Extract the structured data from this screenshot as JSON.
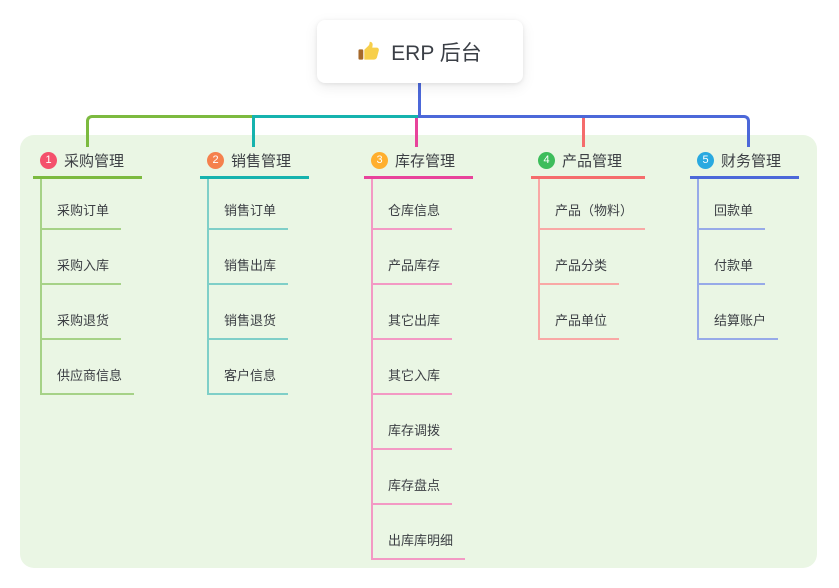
{
  "root": {
    "label": "ERP 后台",
    "icon": "thumbs-up-icon"
  },
  "branches": [
    {
      "index": "1",
      "label": "采购管理",
      "badge_color": "#f4516c",
      "line_color": "#7cba3f",
      "child_line_color": "#a6d287",
      "children": [
        "采购订单",
        "采购入库",
        "采购退货",
        "供应商信息"
      ]
    },
    {
      "index": "2",
      "label": "销售管理",
      "badge_color": "#f5814d",
      "line_color": "#16b3ae",
      "child_line_color": "#7fcfc8",
      "children": [
        "销售订单",
        "销售出库",
        "销售退货",
        "客户信息"
      ]
    },
    {
      "index": "3",
      "label": "库存管理",
      "badge_color": "#ffaf2e",
      "line_color": "#e8439b",
      "child_line_color": "#f399c4",
      "children": [
        "仓库信息",
        "产品库存",
        "其它出库",
        "其它入库",
        "库存调拨",
        "库存盘点",
        "出库库明细"
      ]
    },
    {
      "index": "4",
      "label": "产品管理",
      "badge_color": "#3dbd5b",
      "line_color": "#f56c6c",
      "child_line_color": "#f9a8a5",
      "children": [
        "产品（物料）",
        "产品分类",
        "产品单位"
      ]
    },
    {
      "index": "5",
      "label": "财务管理",
      "badge_color": "#29a9e0",
      "line_color": "#4c68d9",
      "child_line_color": "#97aae8",
      "children": [
        "回款单",
        "付款单",
        "结算账户"
      ]
    }
  ],
  "colors": {
    "canvas_bg": "#ffffff",
    "panel_bg": "#eaf6e4",
    "text": "#3c3f44"
  }
}
